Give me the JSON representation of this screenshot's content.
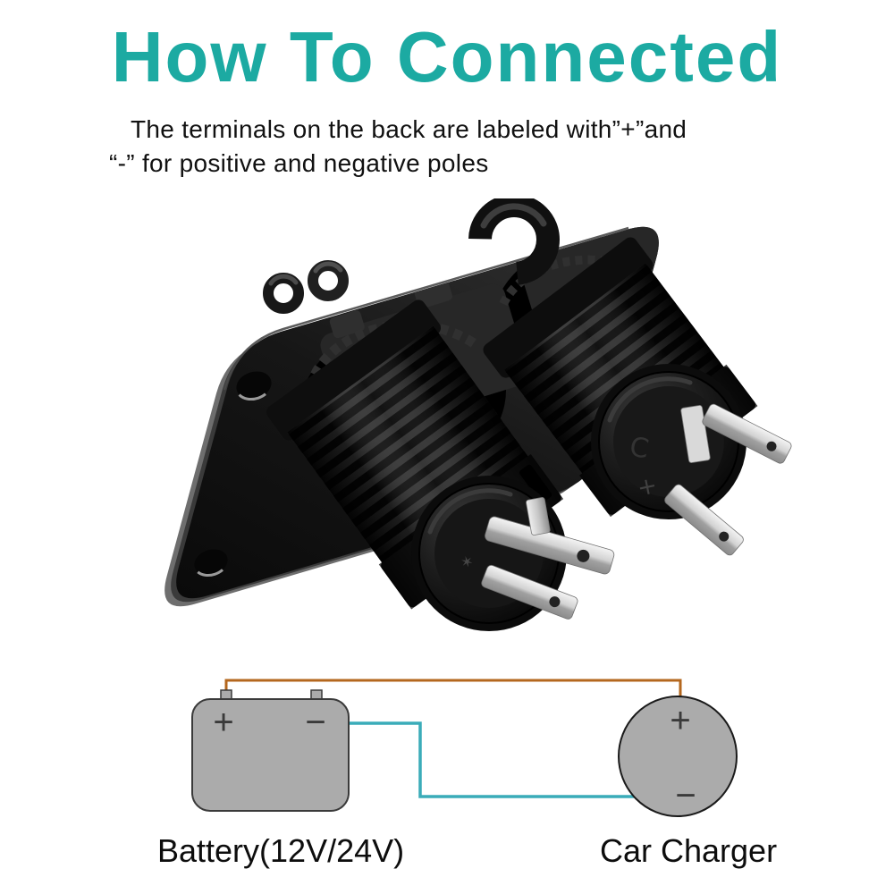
{
  "page": {
    "background_color": "#ffffff"
  },
  "header": {
    "title": "How To Connected",
    "title_color": "#1CAAA2",
    "description_line1": "The terminals on the back are labeled with”+”and",
    "description_line2": "“-” for positive and negative poles",
    "text_color": "#111111"
  },
  "photo": {
    "panel_color": "#161616",
    "panel_bevel_color": "#6e6e6e",
    "metal_color": "#d9d9d9",
    "cap_marking_plus": "+",
    "cap_marking_star": "✶",
    "cap_marking_c": "C"
  },
  "diagram": {
    "battery_label": "Battery(12V/24V)",
    "charger_label": "Car Charger",
    "battery_plus": "+",
    "battery_minus": "−",
    "charger_plus": "+",
    "charger_minus": "−",
    "component_fill": "#ABABAB",
    "component_stroke": "#3a3a3a",
    "positive_wire_color": "#B4671E",
    "negative_wire_color": "#3AACB9"
  }
}
